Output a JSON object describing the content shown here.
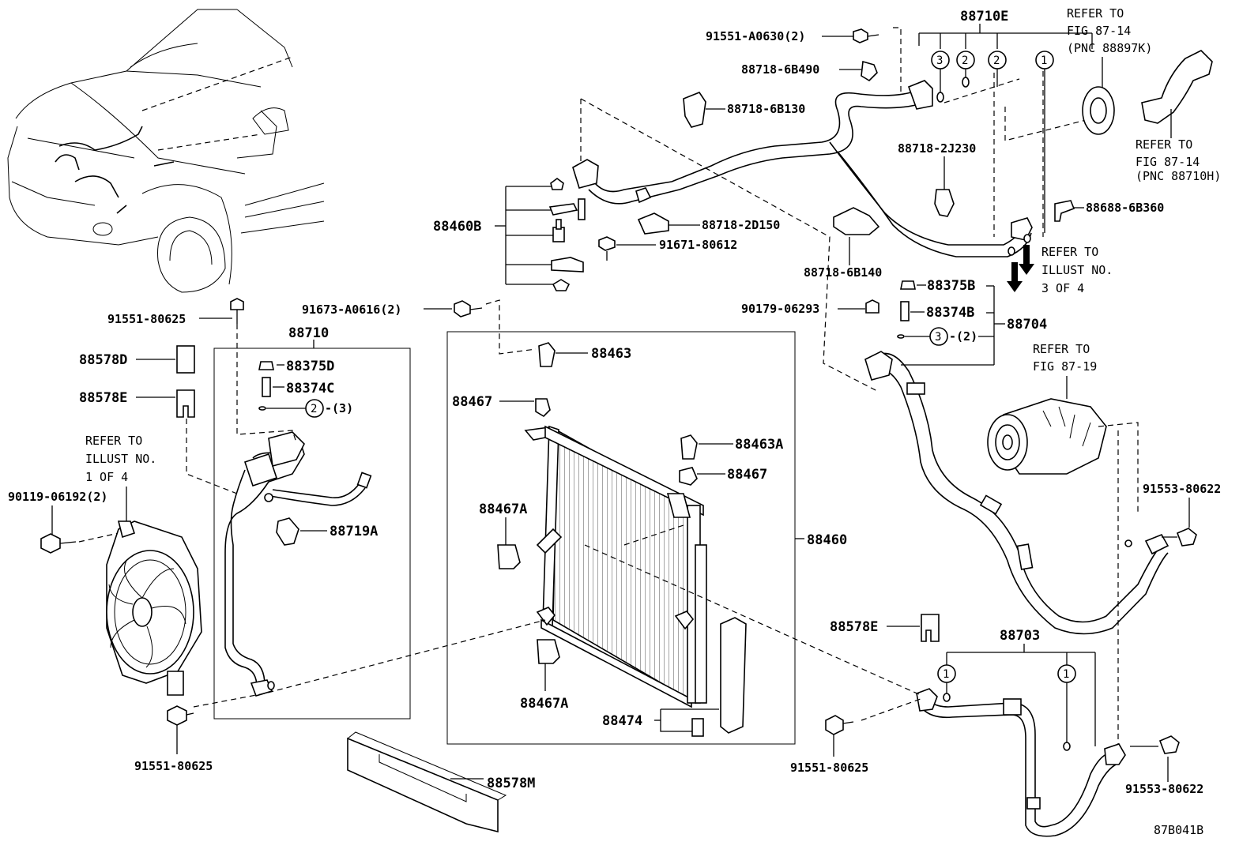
{
  "figure_code": "87B041B",
  "labels": {
    "p88710E": "88710E",
    "p91551_A0630": "91551-A0630(2)",
    "p88718_6B490": "88718-6B490",
    "p88718_6B130": "88718-6B130",
    "p88718_2J230": "88718-2J230",
    "p88718_2D150": "88718-2D150",
    "p91671_80612": "91671-80612",
    "p88718_6B140": "88718-6B140",
    "p88688_6B360": "88688-6B360",
    "p88460B": "88460B",
    "p91551_80625_a": "91551-80625",
    "p91673_A0616": "91673-A0616(2)",
    "p88710": "88710",
    "p88375D": "88375D",
    "p88374C": "88374C",
    "p88719A": "88719A",
    "p88578D": "88578D",
    "p88578E_a": "88578E",
    "p90119_06192": "90119-06192(2)",
    "p91551_80625_b": "91551-80625",
    "p88463": "88463",
    "p88467_a": "88467",
    "p88463A": "88463A",
    "p88467_b": "88467",
    "p88467A_a": "88467A",
    "p88467A_b": "88467A",
    "p88460": "88460",
    "p88474": "88474",
    "p88578M": "88578M",
    "p88375B": "88375B",
    "p88374B": "88374B",
    "p90179_06293": "90179-06293",
    "p88704": "88704",
    "p88578E_b": "88578E",
    "p88703": "88703",
    "p91551_80625_c": "91551-80625",
    "p91553_80622_a": "91553-80622",
    "p91553_80622_b": "91553-80622",
    "qty_2_3": "-(3)",
    "qty_3_2": "-(2)"
  },
  "refs": {
    "fig_87_14_a": [
      "REFER TO",
      "FIG 87-14",
      "(PNC 88897K)"
    ],
    "fig_87_14_b": [
      "REFER TO",
      "FIG 87-14",
      "(PNC 88710H)"
    ],
    "illust_3_of_4": [
      "REFER TO",
      "ILLUST NO.",
      "3 OF 4"
    ],
    "fig_87_19": [
      "REFER TO",
      "FIG 87-19"
    ],
    "illust_1_of_4": [
      "REFER TO",
      "ILLUST NO.",
      "1 OF 4"
    ]
  },
  "circles": {
    "c3": "3",
    "c2a": "2",
    "c2b": "2",
    "c1": "1",
    "c2_88710": "2",
    "c3_88704": "3",
    "c1_88703a": "1",
    "c1_88703b": "1"
  }
}
